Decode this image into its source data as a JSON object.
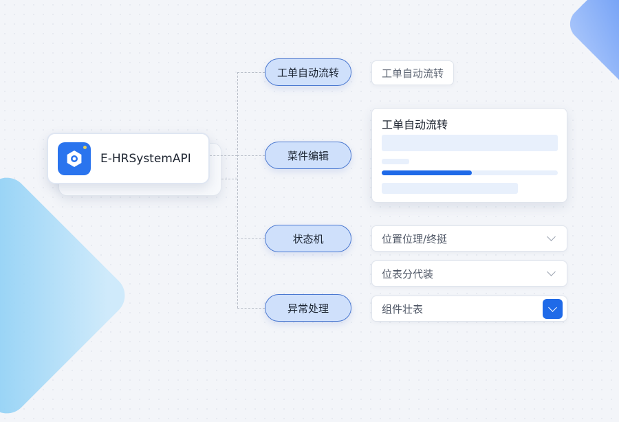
{
  "root": {
    "label": "E-HRSystemAPI",
    "icon": "gear-hex-icon"
  },
  "branches": [
    {
      "label": "工单自动流转"
    },
    {
      "label": "菜件编辑"
    },
    {
      "label": "状态机"
    },
    {
      "label": "异常处理"
    }
  ],
  "tag": {
    "label": "工单自动流转"
  },
  "card": {
    "title": "工单自动流转",
    "progress_percent": 51
  },
  "dropdowns": [
    {
      "value": "位置位理/终挺"
    },
    {
      "value": "位表分代装"
    },
    {
      "value": "组件壮表"
    }
  ],
  "colors": {
    "accent": "#1f6ae8",
    "pill_fill": "#cfe0fb",
    "pill_border": "#4a78d0"
  }
}
